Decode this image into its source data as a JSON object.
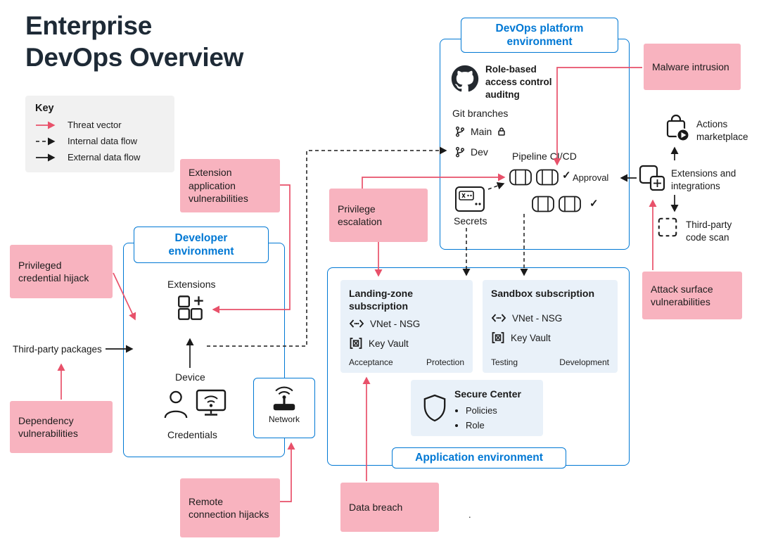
{
  "title": {
    "line1": "Enterprise",
    "line2": "DevOps Overview"
  },
  "legend": {
    "title": "Key",
    "items": [
      {
        "label": "Threat vector"
      },
      {
        "label": "Internal data flow"
      },
      {
        "label": "External data flow"
      }
    ]
  },
  "threats": {
    "malware": {
      "label": "Malware intrusion"
    },
    "extension_app": {
      "label": "Extension application vulnerabilities"
    },
    "privilege_escalation": {
      "label": "Privilege escalation"
    },
    "credential_hijack": {
      "label": "Privileged credential hijack"
    },
    "dependency": {
      "label": "Dependency vulnerabilities"
    },
    "remote_hijack": {
      "label": "Remote connection hijacks"
    },
    "data_breach": {
      "label": "Data breach"
    },
    "attack_surface": {
      "label": "Attack surface vulnerabilities"
    }
  },
  "platform": {
    "title": "DevOps platform environment",
    "rbac_label": "Role-based access control auditng",
    "git_branches_label": "Git branches",
    "branch_main": "Main",
    "branch_dev": "Dev",
    "pipeline_label": "Pipeline CI/CD",
    "approval_label": "Approval",
    "secrets_label": "Secrets"
  },
  "developer": {
    "title": "Developer environment",
    "extensions_label": "Extensions",
    "device_label": "Device",
    "credentials_label": "Credentials",
    "network_label": "Network"
  },
  "application": {
    "title": "Application environment",
    "landing_zone": {
      "title": "Landing-zone subscription",
      "vnet_label": "VNet - NSG",
      "key_vault_label": "Key Vault",
      "stage_left": "Acceptance",
      "stage_right": "Protection"
    },
    "sandbox": {
      "title": "Sandbox subscription",
      "vnet_label": "VNet - NSG",
      "key_vault_label": "Key Vault",
      "stage_left": "Testing",
      "stage_right": "Development"
    },
    "secure_center": {
      "title": "Secure Center",
      "bullets": [
        "Policies",
        "Role"
      ]
    }
  },
  "sidebar_right": {
    "actions_marketplace": "Actions marketplace",
    "extensions_integrations": "Extensions and integrations",
    "code_scan": "Third-party code scan"
  },
  "annotations": {
    "third_party_packages": "Third-party packages",
    "stray_dot": "."
  },
  "icons": {
    "check": "✓"
  },
  "colors": {
    "accent_blue": "#0078d4",
    "title_navy": "#1e2a36",
    "threat_pink": "#f8b3bf",
    "threat_red": "#e8516a",
    "panel_blue": "#e9f1f9",
    "legend_gray": "#f1f1f1",
    "ink": "#1a1a1a"
  }
}
